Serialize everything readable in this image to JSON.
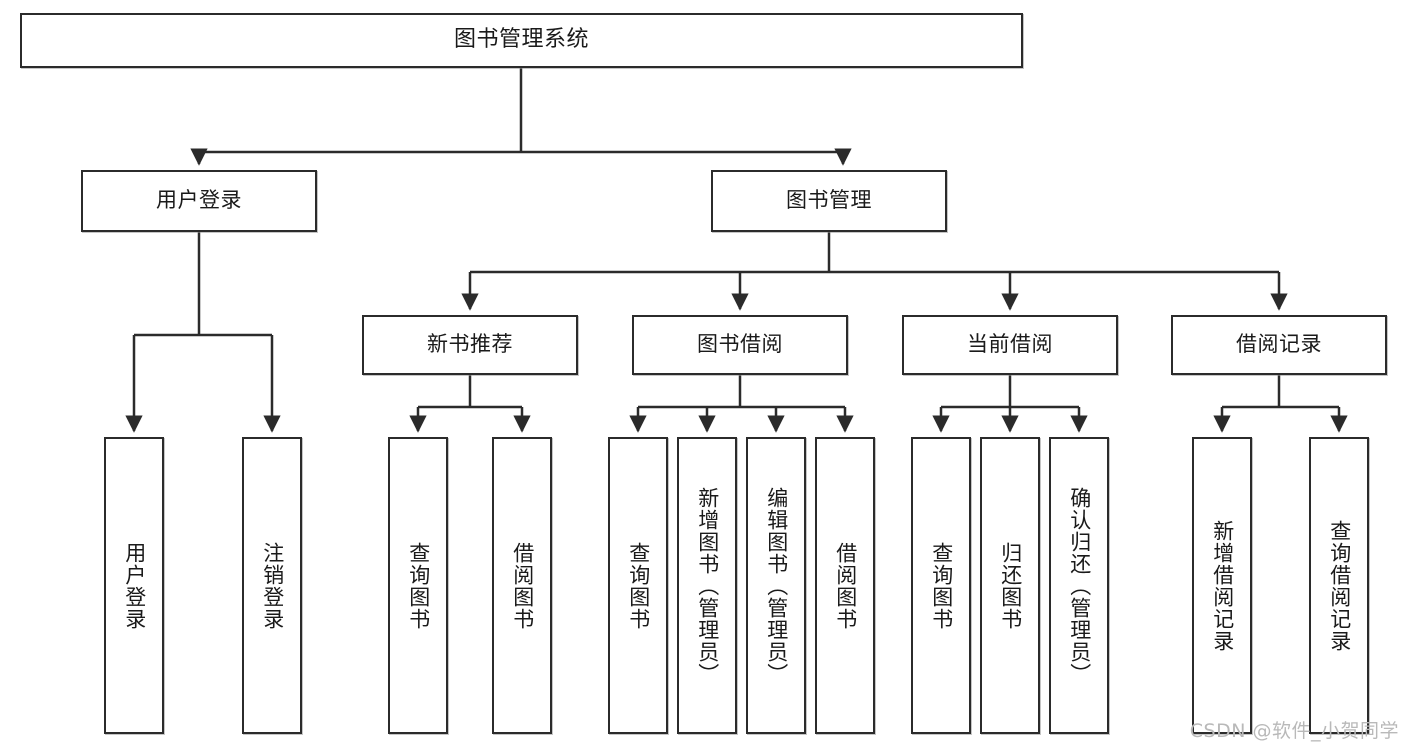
{
  "diagram": {
    "title": "图书管理系统",
    "type": "tree",
    "root": {
      "label": "图书管理系统"
    },
    "level2": [
      {
        "id": "user-login",
        "label": "用户登录"
      },
      {
        "id": "book-manage",
        "label": "图书管理"
      }
    ],
    "level3": [
      {
        "id": "new-book-recommend",
        "label": "新书推荐"
      },
      {
        "id": "book-borrow",
        "label": "图书借阅"
      },
      {
        "id": "current-borrow",
        "label": "当前借阅"
      },
      {
        "id": "borrow-record",
        "label": "借阅记录"
      }
    ],
    "leaves": {
      "user-login": [
        {
          "id": "leaf-user-login",
          "label": "用户登录"
        },
        {
          "id": "leaf-logout",
          "label": "注销登录"
        }
      ],
      "new-book-recommend": [
        {
          "id": "leaf-query-book-1",
          "label": "查询图书"
        },
        {
          "id": "leaf-borrow-book-1",
          "label": "借阅图书"
        }
      ],
      "book-borrow": [
        {
          "id": "leaf-query-book-2",
          "label": "查询图书"
        },
        {
          "id": "leaf-add-book",
          "label": "新增图书（管理员）"
        },
        {
          "id": "leaf-edit-book",
          "label": "编辑图书（管理员）"
        },
        {
          "id": "leaf-borrow-book-2",
          "label": "借阅图书"
        }
      ],
      "current-borrow": [
        {
          "id": "leaf-query-book-3",
          "label": "查询图书"
        },
        {
          "id": "leaf-return-book",
          "label": "归还图书"
        },
        {
          "id": "leaf-confirm-return",
          "label": "确认归还（管理员）"
        }
      ],
      "borrow-record": [
        {
          "id": "leaf-add-record",
          "label": "新增借阅记录"
        },
        {
          "id": "leaf-query-record",
          "label": "查询借阅记录"
        }
      ]
    }
  },
  "watermark": {
    "text": "CSDN @软件_小贺同学"
  },
  "colors": {
    "stroke": "#2b2b2b",
    "fill": "#ffffff",
    "text": "#1a1a1a",
    "watermark": "#b9b9b9"
  }
}
